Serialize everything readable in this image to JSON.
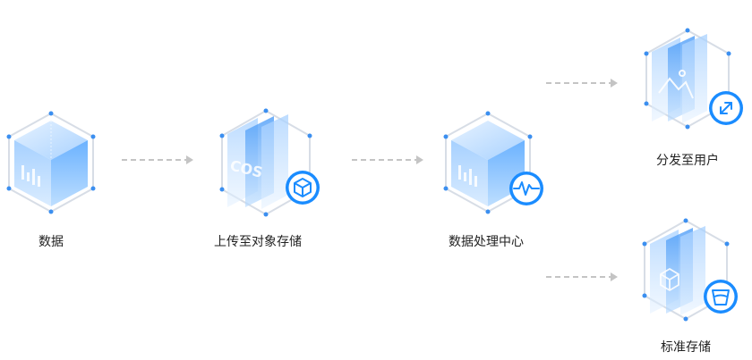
{
  "diagram": {
    "nodes": [
      {
        "id": "data",
        "label": "数据",
        "kind": "box"
      },
      {
        "id": "upload",
        "label": "上传至对象存储",
        "kind": "panels",
        "badge": "cube-icon",
        "panel_text": "COS"
      },
      {
        "id": "process",
        "label": "数据处理中心",
        "kind": "box",
        "badge": "pulse-icon"
      },
      {
        "id": "distribute",
        "label": "分发至用户",
        "kind": "panels",
        "badge": "external-link-icon"
      },
      {
        "id": "storage",
        "label": "标准存储",
        "kind": "panels",
        "badge": "bucket-icon"
      }
    ],
    "edges": [
      {
        "from": "data",
        "to": "upload"
      },
      {
        "from": "upload",
        "to": "process"
      },
      {
        "from": "process",
        "to": "distribute"
      },
      {
        "from": "process",
        "to": "storage"
      }
    ]
  },
  "colors": {
    "accent": "#1a8cff",
    "hex_border": "#d7dde6",
    "dot": "#3b8ff0",
    "arrow": "#c4c4c4"
  }
}
